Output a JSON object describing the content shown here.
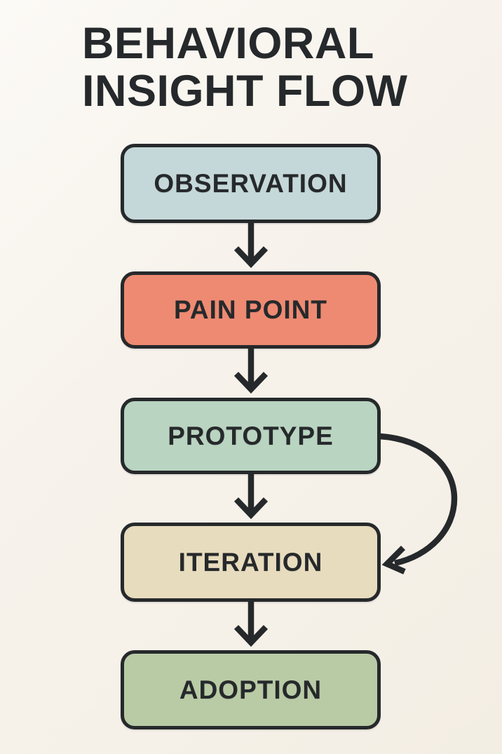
{
  "title": {
    "line1": "BEHAVIORAL",
    "line2": "INSIGHT FLOW"
  },
  "colors": {
    "background": "#f7f3ec",
    "ink": "#26292b"
  },
  "flow": {
    "nodes": [
      {
        "id": "observation",
        "label": "OBSERVATION",
        "fill": "#c5d8d9"
      },
      {
        "id": "pain-point",
        "label": "PAIN POINT",
        "fill": "#ee8a72"
      },
      {
        "id": "prototype",
        "label": "PROTOTYPE",
        "fill": "#b9d4c1"
      },
      {
        "id": "iteration",
        "label": "ITERATION",
        "fill": "#e7dcbe"
      },
      {
        "id": "adoption",
        "label": "ADOPTION",
        "fill": "#b9cba5"
      }
    ],
    "edges": [
      {
        "from": "observation",
        "to": "pain-point",
        "type": "arrow-down"
      },
      {
        "from": "pain-point",
        "to": "prototype",
        "type": "arrow-down"
      },
      {
        "from": "prototype",
        "to": "iteration",
        "type": "arrow-down"
      },
      {
        "from": "prototype",
        "to": "iteration",
        "type": "curved-right-loop-arrow"
      },
      {
        "from": "iteration",
        "to": "adoption",
        "type": "arrow-down"
      }
    ]
  }
}
